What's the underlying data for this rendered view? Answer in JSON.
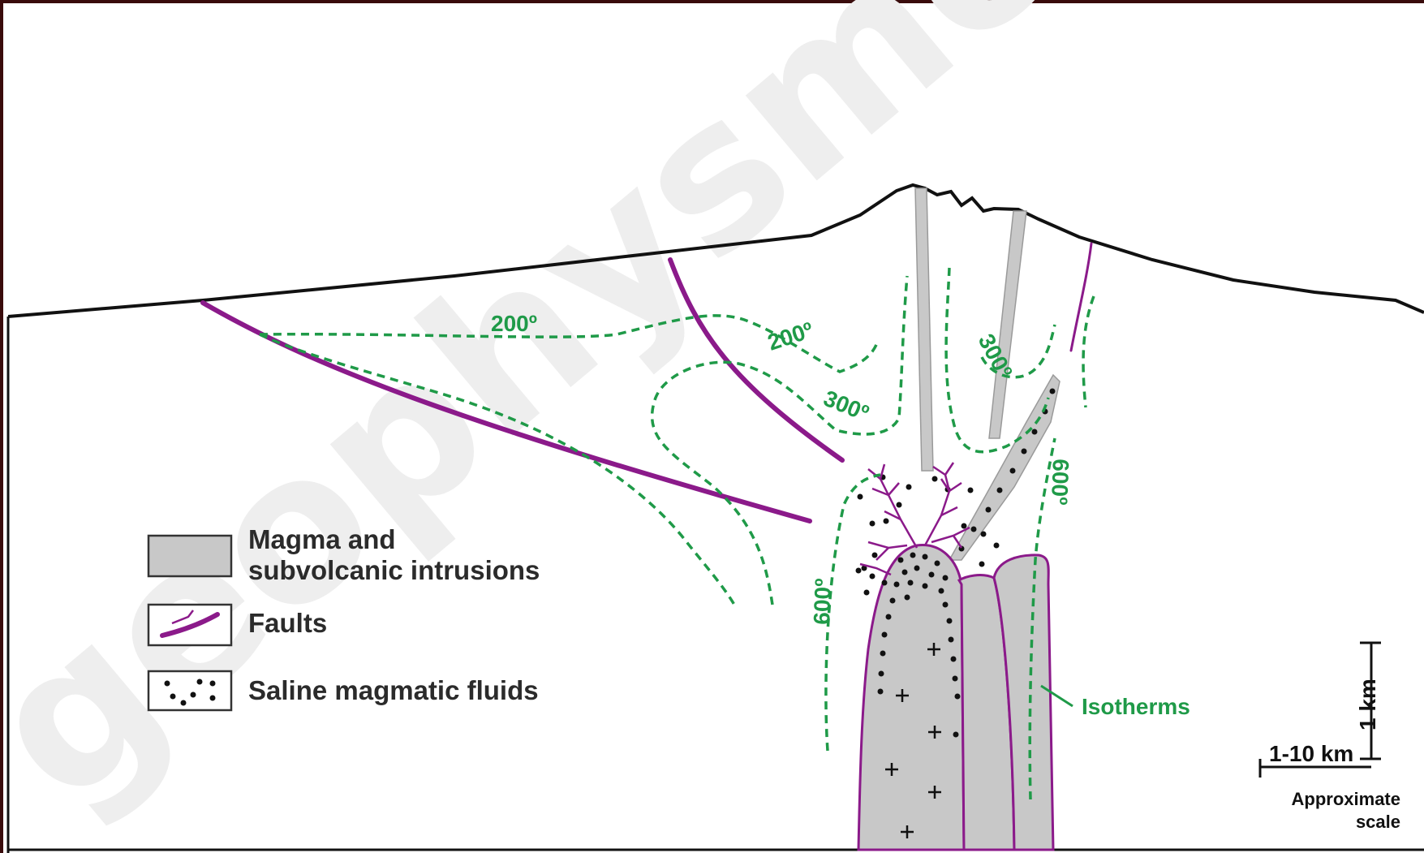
{
  "legend": {
    "magma_label_line1": "Magma and",
    "magma_label_line2": "subvolcanic intrusions",
    "faults_label": "Faults",
    "fluids_label": "Saline magmatic fluids"
  },
  "isotherm_labels": {
    "t200_left": "200º",
    "t200_right": "200º",
    "t300_left": "300º",
    "t300_right": "300º",
    "t600_left": "600º",
    "t600_right": "600º"
  },
  "isotherms_callout": "Isotherms",
  "scale": {
    "vertical": "1 km",
    "horizontal": "1-10 km",
    "caption_line1": "Approximate",
    "caption_line2": "scale"
  },
  "watermark": "geophysmethod...",
  "colors": {
    "magma_fill": "#c8c8c8",
    "fault": "#8b1a8a",
    "isotherm": "#1f9a48",
    "outline": "#111111",
    "frame_bar": "#3a0c0c"
  }
}
